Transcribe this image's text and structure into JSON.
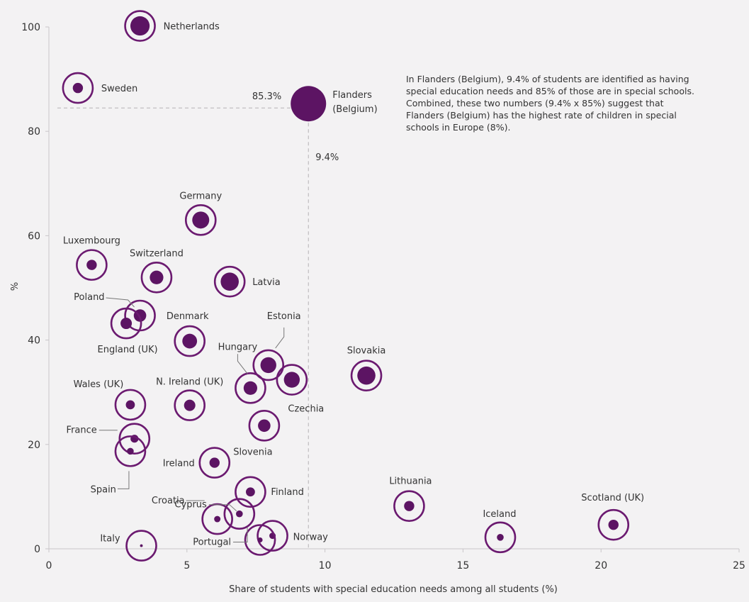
{
  "chart_data": {
    "type": "scatter",
    "xlabel": "Share of students with special education needs among all students (%)",
    "ylabel": "%",
    "xlim": [
      0,
      25
    ],
    "ylim": [
      0,
      100
    ],
    "x_ticks": [
      0,
      5,
      10,
      15,
      20,
      25
    ],
    "y_ticks": [
      0,
      20,
      40,
      60,
      80,
      100
    ],
    "grid": false,
    "marker_color": "#5c1463",
    "ring_color": "#6b1a70",
    "highlight": {
      "name": "Flanders (Belgium)",
      "x": 9.4,
      "y": 85.3,
      "x_label": "9.4%",
      "y_label": "85.3%",
      "name_lines": [
        "Flanders",
        "(Belgium)"
      ]
    },
    "annotation": "In Flanders (Belgium), 9.4% of students are identified as having special education needs and 85% of those are in special schools. Combined, these two numbers (9.4% x 85%) suggest that Flanders (Belgium) has the highest rate of children in special schools in Europe (8%).",
    "points": [
      {
        "name": "Netherlands",
        "x": 3.3,
        "y": 100.2,
        "size": 0.85
      },
      {
        "name": "Sweden",
        "x": 1.05,
        "y": 88.3,
        "size": 0.45
      },
      {
        "name": "Germany",
        "x": 5.5,
        "y": 63.0,
        "size": 0.75
      },
      {
        "name": "Luxembourg",
        "x": 1.55,
        "y": 54.4,
        "size": 0.45
      },
      {
        "name": "Switzerland",
        "x": 3.9,
        "y": 52.0,
        "size": 0.6
      },
      {
        "name": "Latvia",
        "x": 6.55,
        "y": 51.2,
        "size": 0.8
      },
      {
        "name": "Poland",
        "x": 3.3,
        "y": 44.7,
        "size": 0.55
      },
      {
        "name": "England (UK)",
        "x": 2.8,
        "y": 43.2,
        "size": 0.5
      },
      {
        "name": "Denmark",
        "x": 5.1,
        "y": 39.8,
        "size": 0.65
      },
      {
        "name": "Estonia",
        "x": 7.95,
        "y": 35.2,
        "size": 0.7
      },
      {
        "name": "Slovakia",
        "x": 11.5,
        "y": 33.2,
        "size": 0.8
      },
      {
        "name": "Czechia",
        "x": 8.8,
        "y": 32.4,
        "size": 0.7
      },
      {
        "name": "Hungary",
        "x": 7.3,
        "y": 30.8,
        "size": 0.6
      },
      {
        "name": "Wales (UK)",
        "x": 2.95,
        "y": 27.6,
        "size": 0.4
      },
      {
        "name": "N. Ireland (UK)",
        "x": 5.1,
        "y": 27.5,
        "size": 0.5
      },
      {
        "name": "Slovenia",
        "x": 7.8,
        "y": 23.6,
        "size": 0.55
      },
      {
        "name": "France",
        "x": 3.1,
        "y": 21.1,
        "size": 0.35
      },
      {
        "name": "Spain",
        "x": 2.95,
        "y": 18.7,
        "size": 0.3
      },
      {
        "name": "Ireland",
        "x": 6.0,
        "y": 16.5,
        "size": 0.45
      },
      {
        "name": "Finland",
        "x": 7.3,
        "y": 10.9,
        "size": 0.4
      },
      {
        "name": "Lithuania",
        "x": 13.05,
        "y": 8.2,
        "size": 0.45
      },
      {
        "name": "Cyprus",
        "x": 6.9,
        "y": 6.7,
        "size": 0.3
      },
      {
        "name": "Croatia",
        "x": 6.1,
        "y": 5.7,
        "size": 0.28
      },
      {
        "name": "Scotland (UK)",
        "x": 20.45,
        "y": 4.6,
        "size": 0.45
      },
      {
        "name": "Norway",
        "x": 8.1,
        "y": 2.5,
        "size": 0.28
      },
      {
        "name": "Iceland",
        "x": 16.35,
        "y": 2.2,
        "size": 0.3
      },
      {
        "name": "Portugal",
        "x": 7.65,
        "y": 1.7,
        "size": 0.22
      },
      {
        "name": "Italy",
        "x": 3.35,
        "y": 0.6,
        "size": 0.12
      }
    ]
  }
}
